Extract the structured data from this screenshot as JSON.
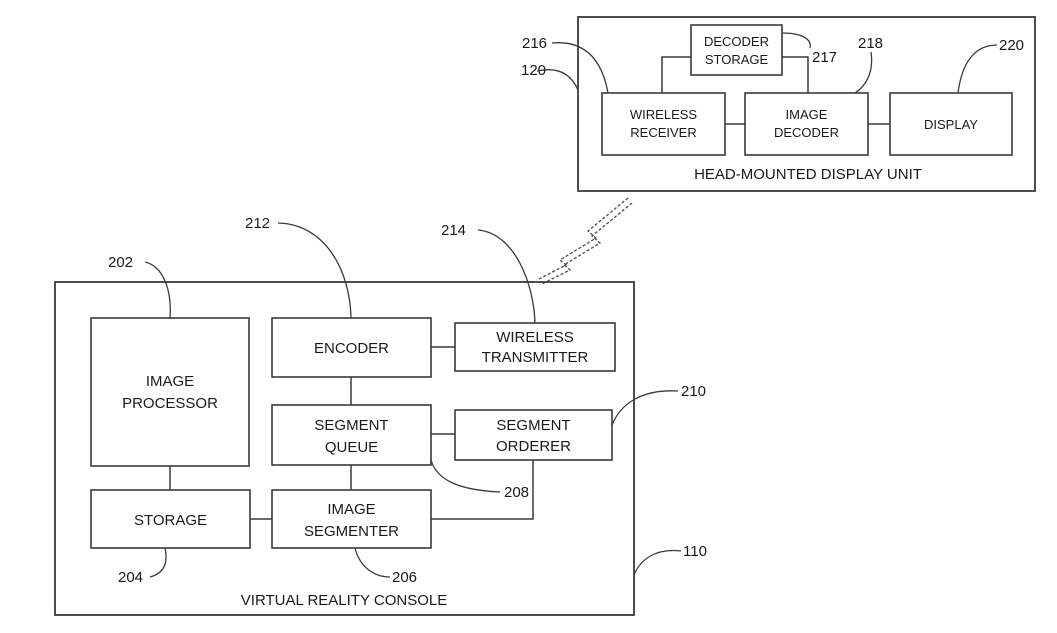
{
  "vr_console": {
    "title": "VIRTUAL REALITY CONSOLE",
    "ref": "110",
    "image_processor": {
      "line1": "IMAGE",
      "line2": "PROCESSOR",
      "ref": "202"
    },
    "storage": {
      "label": "STORAGE",
      "ref": "204"
    },
    "encoder": {
      "label": "ENCODER",
      "ref": "212"
    },
    "wireless_transmitter": {
      "line1": "WIRELESS",
      "line2": "TRANSMITTER",
      "ref": "214"
    },
    "segment_queue": {
      "line1": "SEGMENT",
      "line2": "QUEUE",
      "ref": "208"
    },
    "segment_orderer": {
      "line1": "SEGMENT",
      "line2": "ORDERER",
      "ref": "210"
    },
    "image_segmenter": {
      "line1": "IMAGE",
      "line2": "SEGMENTER",
      "ref": "206"
    }
  },
  "hmd": {
    "title": "HEAD-MOUNTED DISPLAY UNIT",
    "ref": "120",
    "decoder_storage": {
      "line1": "DECODER",
      "line2": "STORAGE",
      "ref": "217"
    },
    "wireless_receiver": {
      "line1": "WIRELESS",
      "line2": "RECEIVER",
      "ref": "216"
    },
    "image_decoder": {
      "line1": "IMAGE",
      "line2": "DECODER",
      "ref": "218"
    },
    "display": {
      "label": "DISPLAY",
      "ref": "220"
    }
  }
}
